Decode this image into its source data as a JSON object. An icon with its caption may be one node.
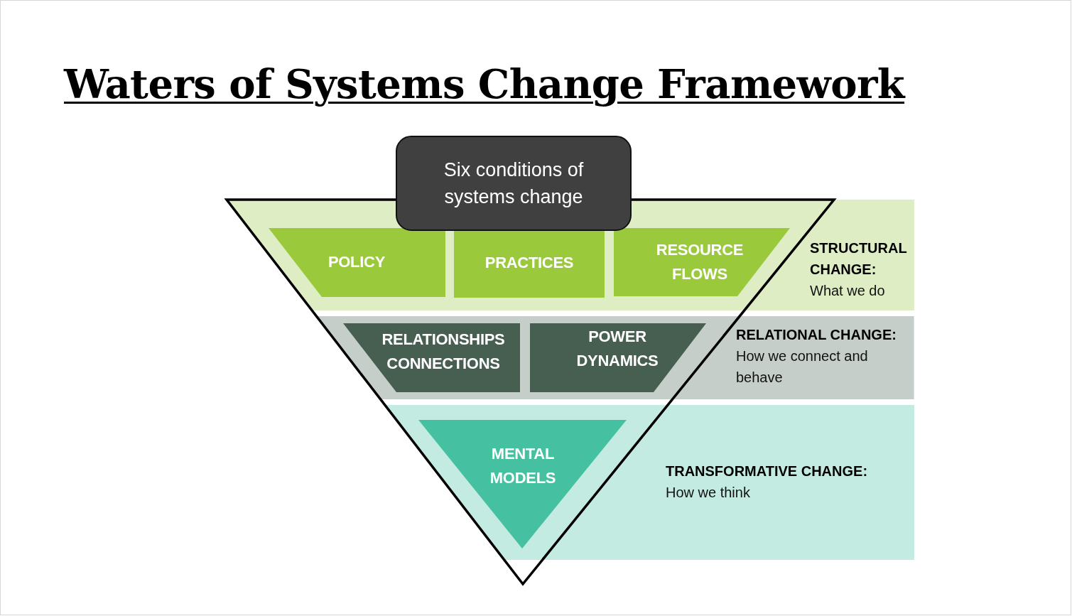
{
  "diagram": {
    "title": "Waters of Systems Change Framework",
    "nodes": [
      {
        "text": [
          "Six conditions of systems change"
        ]
      },
      {
        "text": [
          "STRUCTURAL CHANGE:",
          "What we do"
        ]
      },
      {
        "text": [
          "POLICY"
        ],
        "in": 1
      },
      {
        "text": [
          "PRACTICES"
        ],
        "in": 1
      },
      {
        "text": [
          "RESOURCE FLOWS"
        ],
        "in": 1
      },
      {
        "text": [
          "RELATIONAL CHANGE:",
          "How we connect and behave"
        ]
      },
      {
        "text": [
          "RELATIONSHIPS CONNECTIONS"
        ],
        "in": 5
      },
      {
        "text": [
          "POWER DYNAMICS"
        ],
        "in": 5
      },
      {
        "text": [
          "TRANSFORMATIVE CHANGE:",
          "How we think"
        ]
      },
      {
        "text": [
          "MENTAL MODELS"
        ],
        "in": 8
      }
    ]
  }
}
